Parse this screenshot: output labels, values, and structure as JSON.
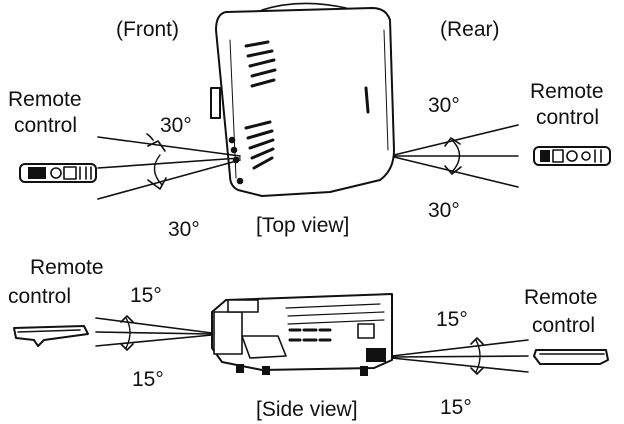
{
  "top": {
    "front_label": "(Front)",
    "rear_label": "(Rear)",
    "remote_left": [
      "Remote",
      "control"
    ],
    "remote_right": [
      "Remote",
      "control"
    ],
    "angle_front_upper": "30°",
    "angle_front_lower": "30°",
    "angle_rear_upper": "30°",
    "angle_rear_lower": "30°",
    "caption": "[Top view]"
  },
  "side": {
    "remote_left": [
      "Remote",
      "control"
    ],
    "remote_right": [
      "Remote",
      "control"
    ],
    "angle_front_upper": "15°",
    "angle_front_lower": "15°",
    "angle_rear_upper": "15°",
    "angle_rear_lower": "15°",
    "caption": "[Side view]"
  },
  "colors": {
    "ink": "#111111",
    "body": "#ffffff"
  },
  "icons": [
    "projector-top-icon",
    "projector-side-icon",
    "remote-control-icon"
  ]
}
